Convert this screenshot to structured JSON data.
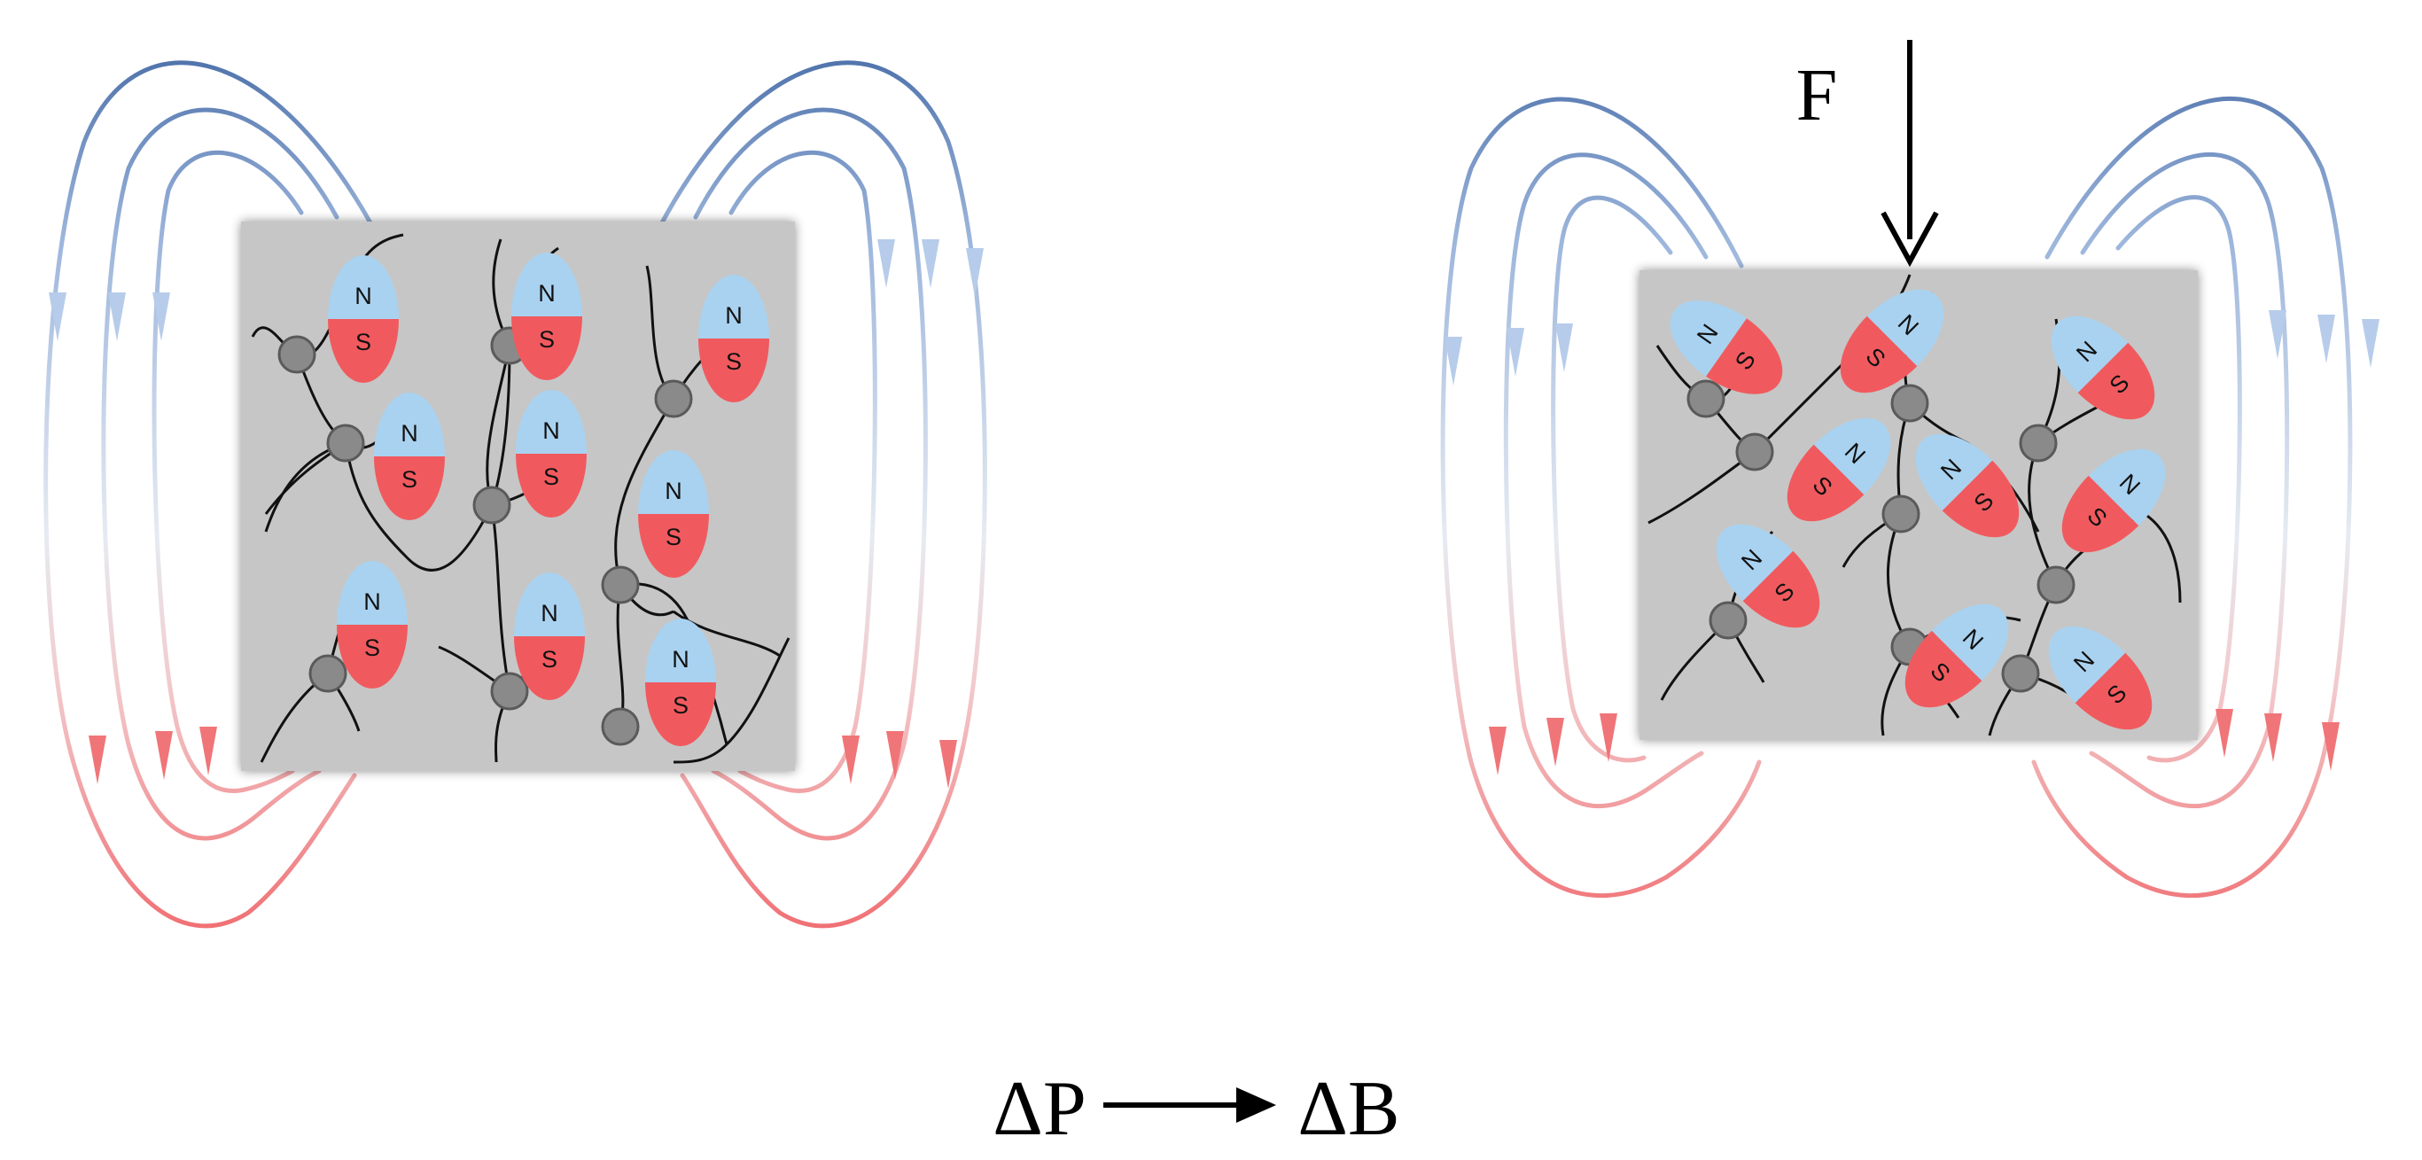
{
  "labels": {
    "force": "F",
    "relation_left": "ΔP",
    "relation_right": "ΔB"
  },
  "magnet": {
    "north": "N",
    "south": "S"
  },
  "colors": {
    "north_pole": "#a9d2f0",
    "south_pole": "#f05a5e",
    "field_top": "#4a6ea8",
    "field_top_light": "#b6ccea",
    "field_bottom": "#f07578",
    "matrix": "#c6c6c6",
    "crosslink": "#8a8a8a",
    "chain": "#111111"
  },
  "icons": [
    "magnetic-dipole-icon",
    "crosslink-node-icon",
    "force-arrow-icon",
    "field-direction-arrow-icon"
  ]
}
